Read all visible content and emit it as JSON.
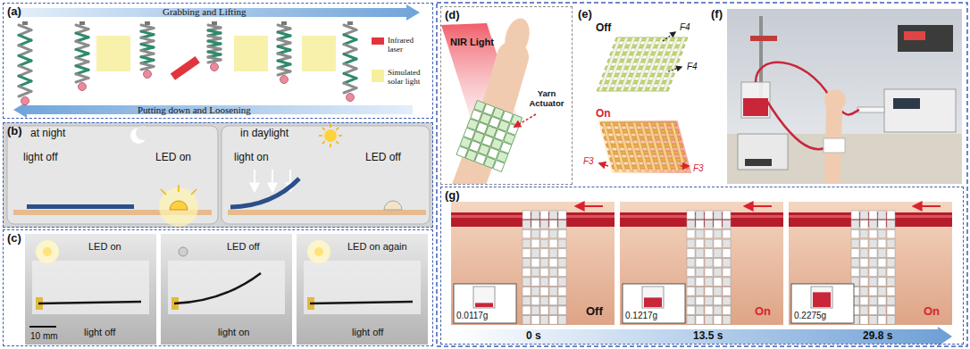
{
  "diagram": {
    "nodes": [
      {
        "text": [
          "(a)",
          "Grabbing and Lifting",
          "Putting down and Loosening"
        ]
      },
      {
        "text": [
          "(b)",
          "at night",
          "light off",
          "LED on",
          "in daylight",
          "light on",
          "LED off"
        ]
      },
      {
        "text": [
          "(c)",
          "LED on",
          "LED off",
          "LED on again",
          "10 mm",
          "light off",
          "light on",
          "light off"
        ]
      },
      {
        "text": [
          "(d)",
          "NIR Light",
          "Yarn Actuator"
        ]
      },
      {
        "text": [
          "(e)",
          "Off",
          "F4",
          "F4",
          "On",
          "F3",
          "F3"
        ]
      },
      {
        "text": [
          "(f)"
        ]
      },
      {
        "text": [
          "(g)",
          "0.0117g",
          "Off",
          "0.1217g",
          "On",
          "0.2275g",
          "On",
          "0 s",
          "13.5 s",
          "29.8 s"
        ]
      }
    ],
    "legend": [
      {
        "text": "Infrared laser",
        "color": "#e2343f"
      },
      {
        "text": "Simulated solar light",
        "color": "#f6ef9c"
      }
    ]
  }
}
